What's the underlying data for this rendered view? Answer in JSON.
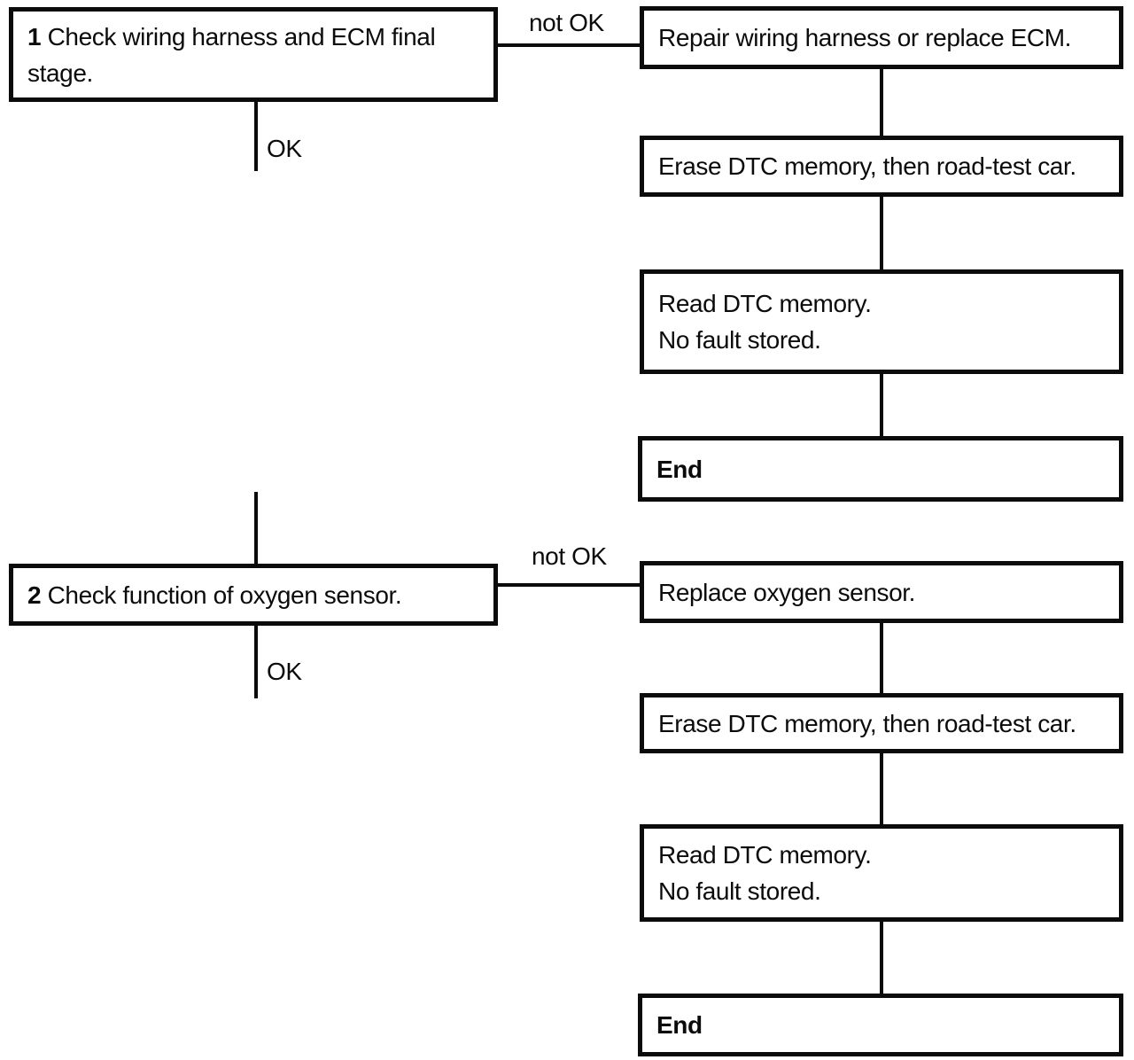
{
  "colors": {
    "ink": "#0b0b0b",
    "paper": "#ffffff"
  },
  "labels": {
    "ok": "OK",
    "not_ok": "not OK"
  },
  "steps": {
    "step1": {
      "number": "1",
      "text": "Check wiring harness and ECM final stage."
    },
    "step2": {
      "number": "2",
      "text": "Check function of oxygen sensor."
    }
  },
  "branch1": {
    "action": "Repair wiring harness or replace ECM.",
    "erase": "Erase DTC memory, then road-test car.",
    "read_line1": "Read DTC memory.",
    "read_line2": "No fault stored.",
    "end": "End"
  },
  "branch2": {
    "action": "Replace oxygen sensor.",
    "erase": "Erase DTC memory, then road-test car.",
    "read_line1": "Read DTC memory.",
    "read_line2": "No fault stored.",
    "end": "End"
  }
}
